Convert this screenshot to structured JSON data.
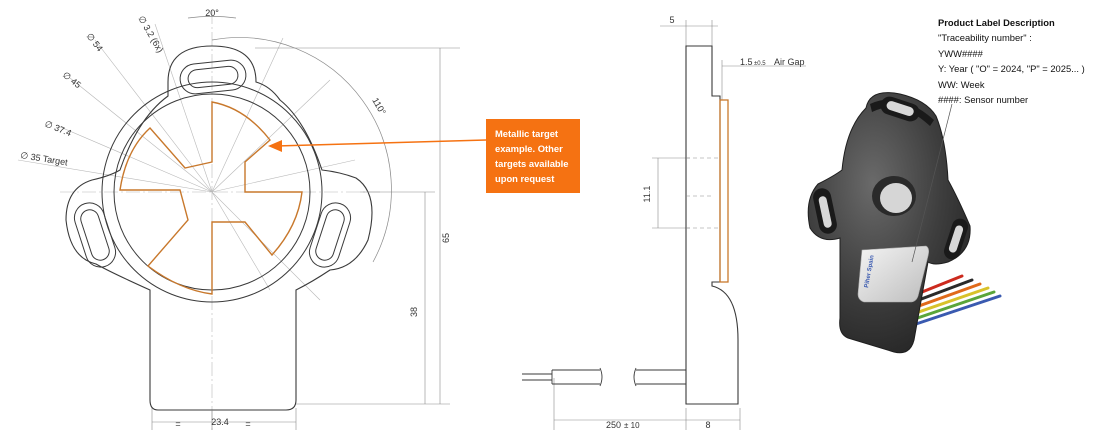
{
  "callout": {
    "text": "Metallic target example. Other targets available upon request",
    "color": "#f57212"
  },
  "label_description": {
    "title": "Product Label Description",
    "lines": [
      "\"Traceability number\" :",
      "YWW####",
      "Y: Year ( \"O\" = 2024, \"P\" = 2025... )",
      "WW: Week",
      "####: Sensor number"
    ]
  },
  "front_view": {
    "diameters": [
      "∅ 3.2 (6x)",
      "∅ 54",
      "∅ 45",
      "∅ 37.4",
      "∅ 35 Target"
    ],
    "angle_top": "20°",
    "angle_right": "110°",
    "height_total": "65",
    "height_lower": "38",
    "width_bottom": "23.4",
    "equal_mark": "="
  },
  "side_view": {
    "thickness": "5",
    "air_gap_value": "1.5",
    "air_gap_tolerance": "±0.5",
    "air_gap_label": "Air Gap",
    "target_height": "11.1",
    "cable_length": "250",
    "cable_tolerance": "± 10",
    "base_depth": "8"
  },
  "render_label": {
    "text": "Piher Spain"
  },
  "colors": {
    "target_outline": "#c8782c",
    "wires": [
      "#cc2a1e",
      "#2a2a2a",
      "#e06a1a",
      "#d8c22a",
      "#5aa53a",
      "#3a5ab0"
    ]
  }
}
